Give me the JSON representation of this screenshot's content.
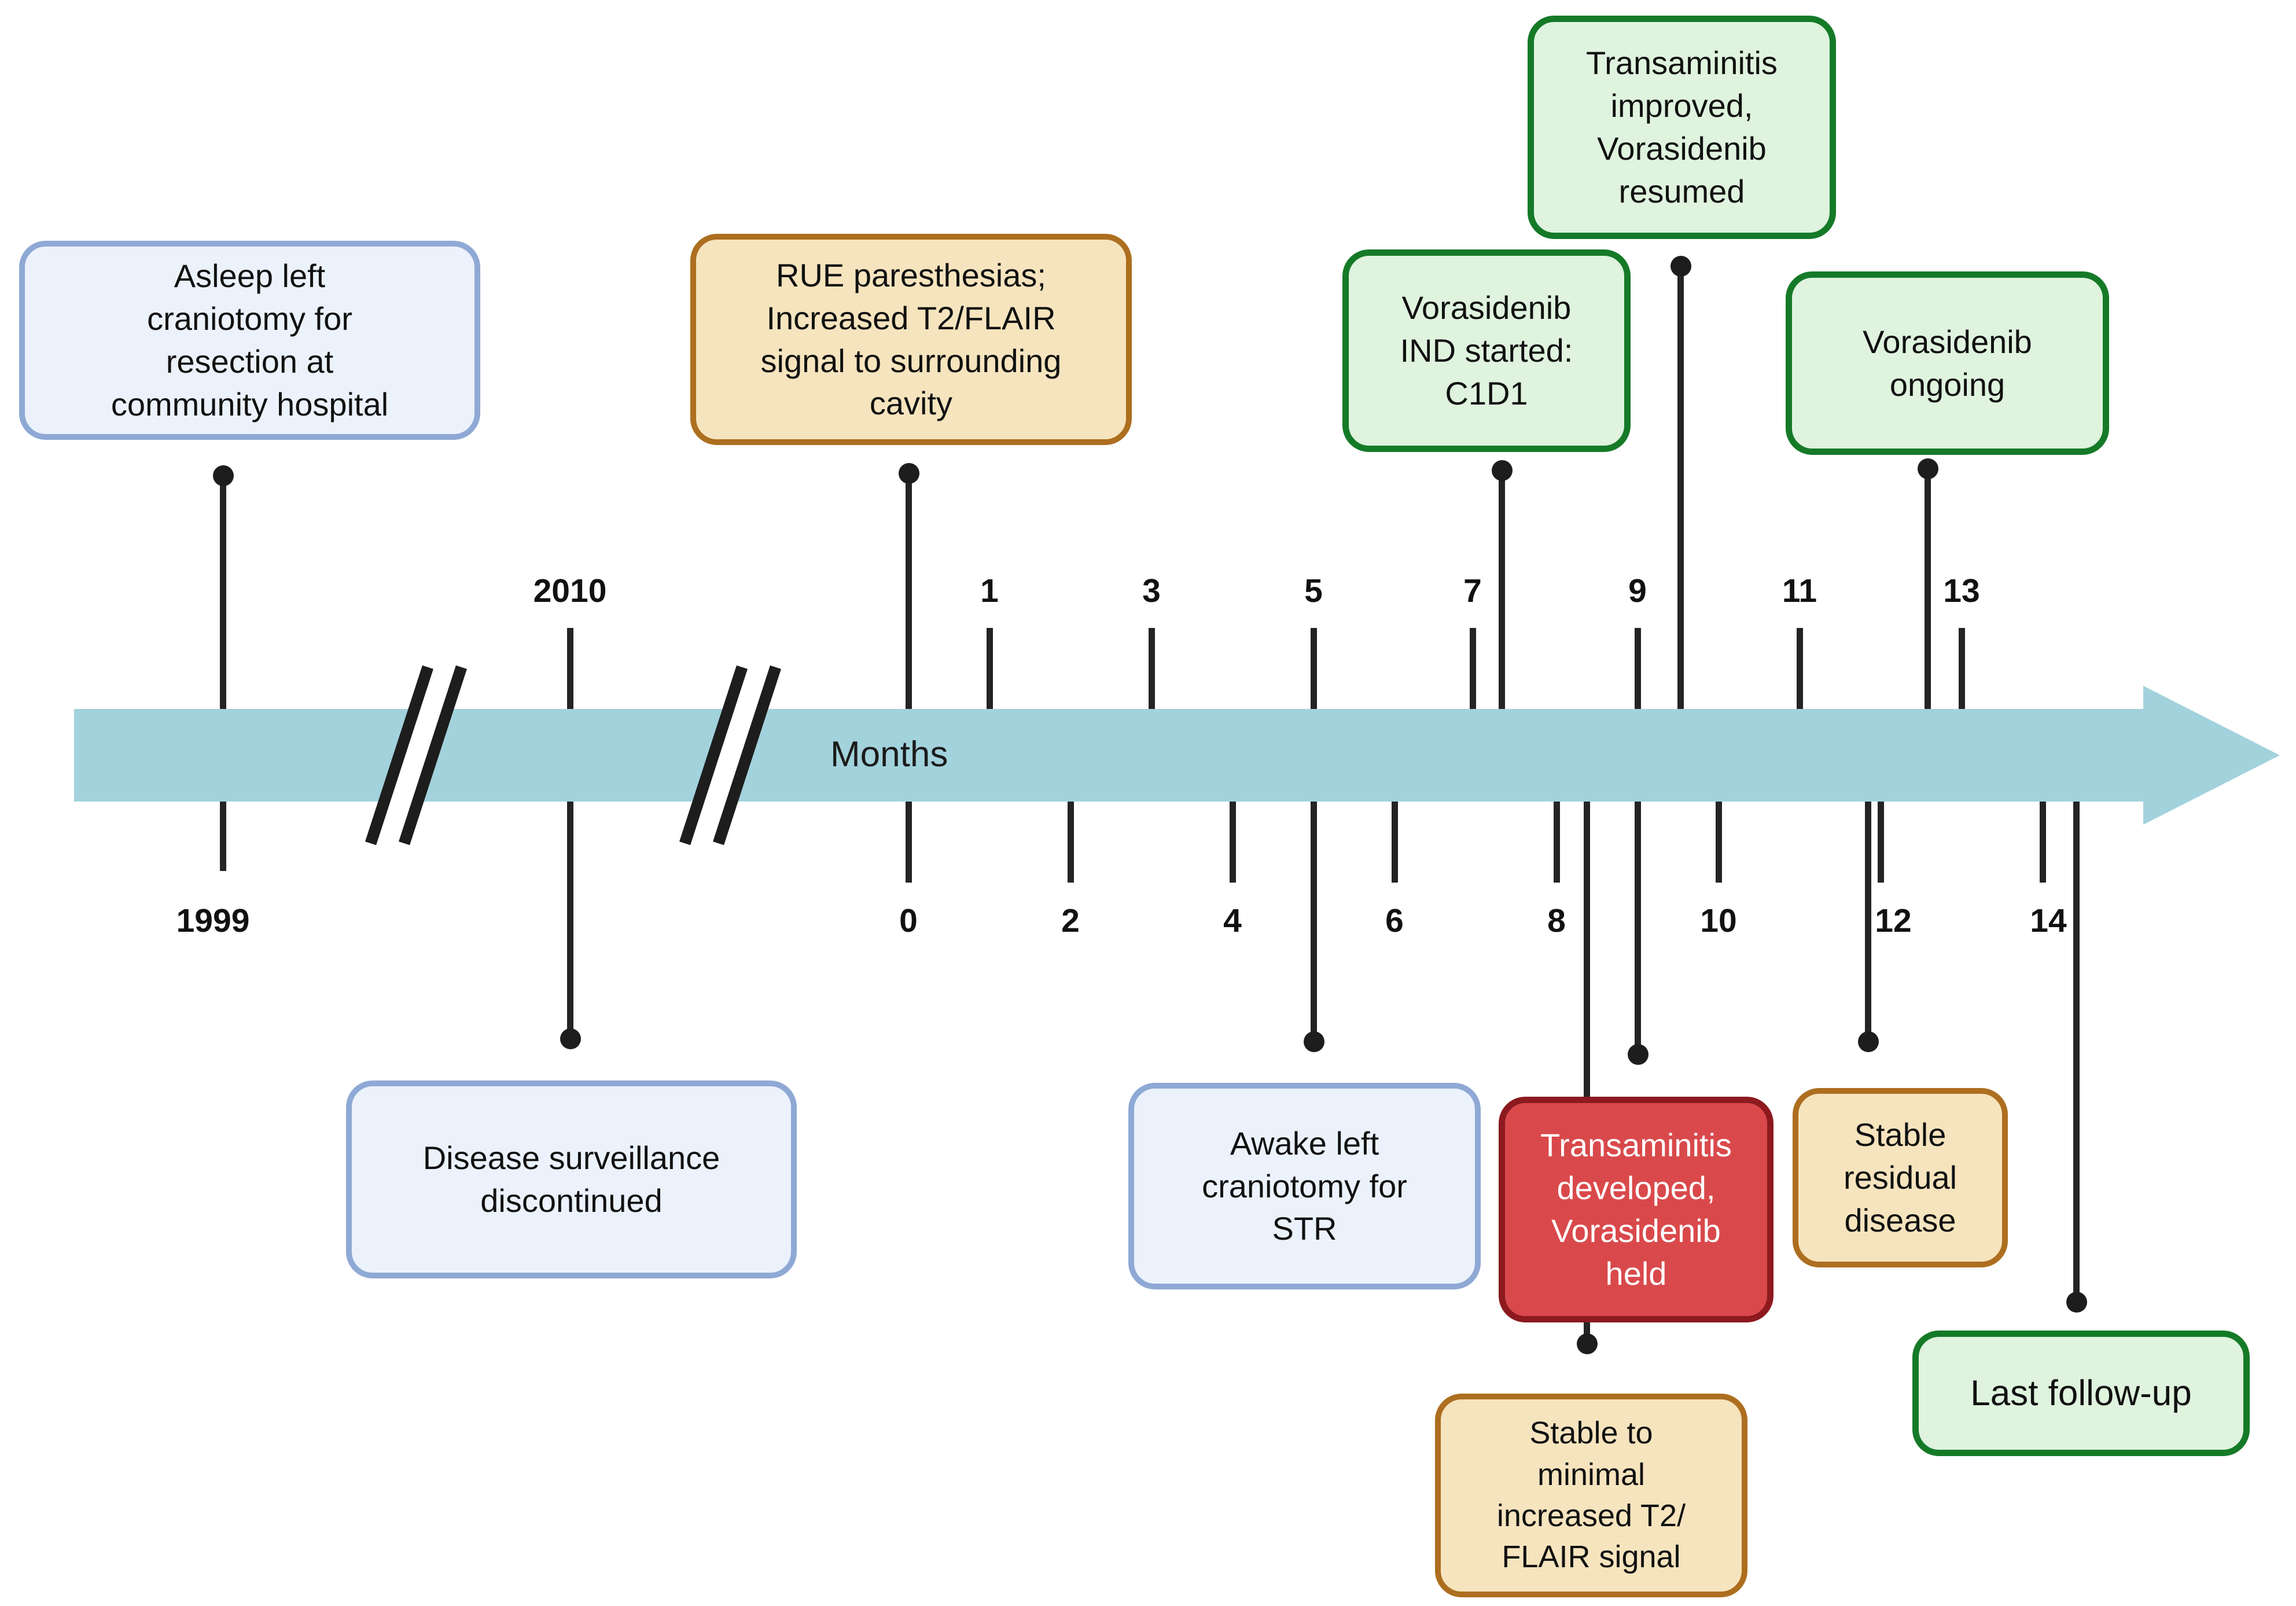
{
  "colors": {
    "band_teal": "#A2D2DC",
    "line_black": "#242424",
    "box_blue_fill": "#EBF2FB",
    "box_blue_border": "#8FA9D5",
    "box_tan_fill": "#F6E4BE",
    "box_tan_border": "#AD6E1F",
    "box_green_fill": "#DFF3DE",
    "box_green_border": "#157A28",
    "box_red_fill": "#D9494B",
    "box_red_border": "#8C1A1F",
    "box_red_text": "#FFFFFF"
  },
  "axis": {
    "label": "Months",
    "labels_above": [
      "2010",
      "1",
      "3",
      "5",
      "7",
      "9",
      "11",
      "13"
    ],
    "labels_below": [
      "1999",
      "0",
      "2",
      "4",
      "6",
      "8",
      "10",
      "12",
      "14"
    ]
  },
  "events": [
    {
      "id": "asleep-craniotomy",
      "time": "1999",
      "style": "blue",
      "label": "Asleep left\ncraniotomy for\nresection at\ncommunity hospital"
    },
    {
      "id": "rue-paresthesias",
      "time": "month 0",
      "style": "tan",
      "label": "RUE paresthesias;\nIncreased T2/FLAIR\nsignal to surrounding\ncavity"
    },
    {
      "id": "vorasidenib-ind-started",
      "time": "month 7",
      "style": "green",
      "label": "Vorasidenib\nIND started:\nC1D1"
    },
    {
      "id": "transaminitis-improved",
      "time": "month 10",
      "style": "green",
      "label": "Transaminitis\nimproved,\nVorasidenib\nresumed"
    },
    {
      "id": "vorasidenib-ongoing",
      "time": "month 12-13",
      "style": "green",
      "label": "Vorasidenib\nongoing"
    },
    {
      "id": "surveillance-discontinued",
      "time": "2010",
      "style": "blue",
      "label": "Disease surveillance\ndiscontinued"
    },
    {
      "id": "awake-craniotomy",
      "time": "month 5",
      "style": "blue",
      "label": "Awake left\ncraniotomy for\nSTR"
    },
    {
      "id": "transaminitis-held",
      "time": "month 9",
      "style": "red",
      "label": "Transaminitis\ndeveloped,\nVorasidenib\nheld"
    },
    {
      "id": "stable-minimal-t2-flair",
      "time": "month 8-9",
      "style": "tan",
      "label": "Stable to\nminimal\nincreased T2/\nFLAIR signal"
    },
    {
      "id": "stable-residual-disease",
      "time": "month 12",
      "style": "tan",
      "label": "Stable\nresidual\ndisease"
    },
    {
      "id": "last-follow-up",
      "time": "month 14",
      "style": "green",
      "label": "Last follow-up"
    }
  ]
}
